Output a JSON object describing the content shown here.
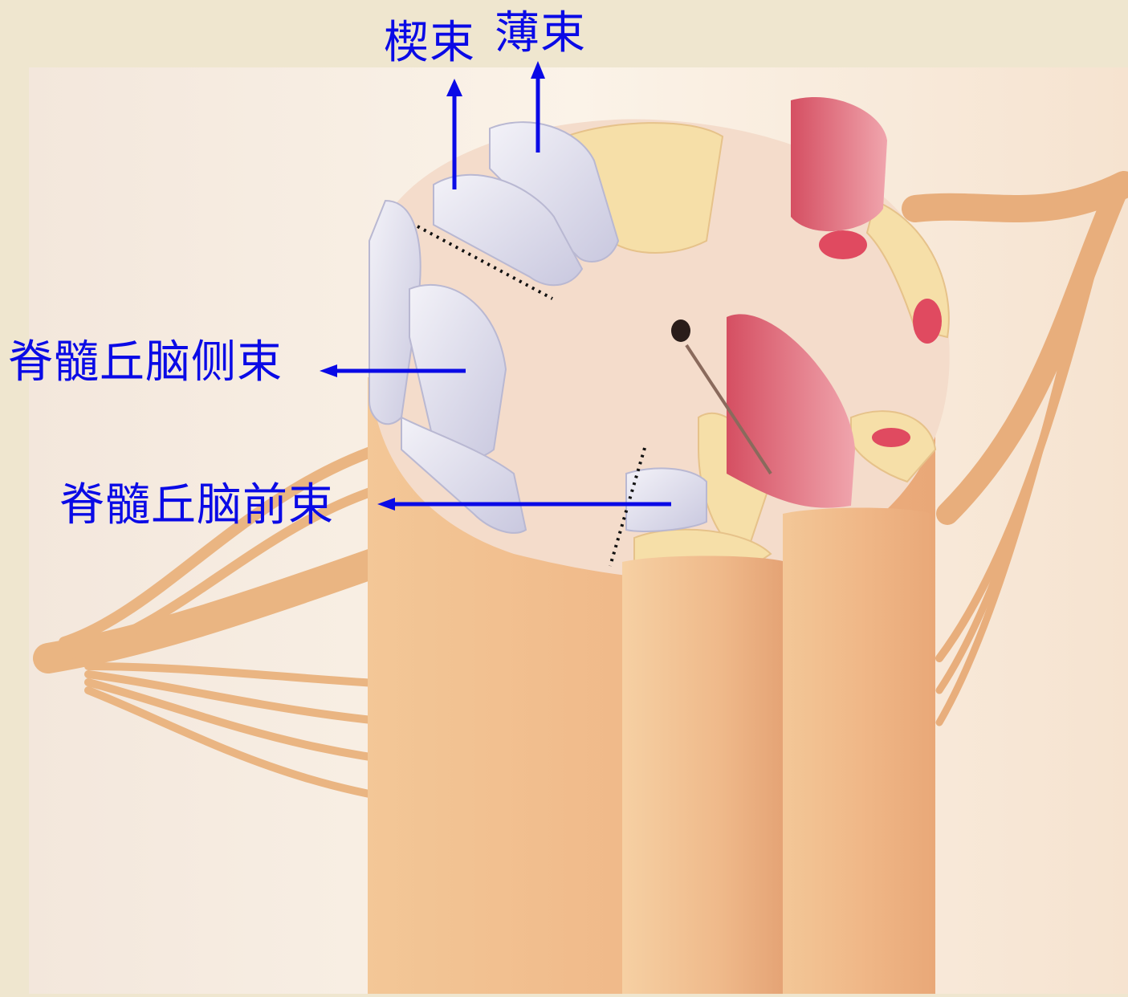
{
  "diagram": {
    "subject": "spinal cord cross-section with ascending tracts",
    "labels": {
      "cuneate": "楔束",
      "gracilis": "薄束",
      "lateral_spinothalamic": "脊髓丘脑侧束",
      "anterior_spinothalamic": "脊髓丘脑前束"
    },
    "colors": {
      "label_text": "#0a0ae6",
      "arrow": "#0a0ae6",
      "background_paper": "#efe6cf",
      "illustration_bg": "#fbf1e3",
      "cord_tan": "#f0c08e",
      "white_matter_tract": "#d9d8ea",
      "gray_matter": "#f6dfa8",
      "motor_tract_red": "#e27b88"
    },
    "icons": [
      "arrow-up",
      "arrow-left",
      "dotted-divider"
    ]
  }
}
